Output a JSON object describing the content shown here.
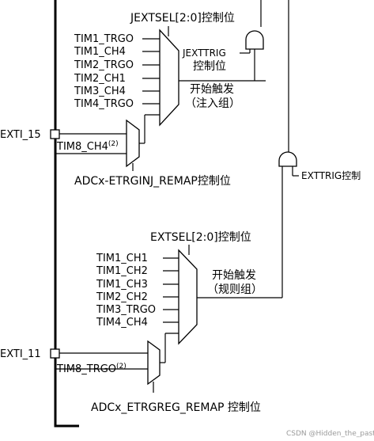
{
  "injected": {
    "select_label": "JEXTSEL[2:0]控制位",
    "inputs": [
      "TIM1_TRGO",
      "TIM1_CH4",
      "TIM2_TRGO",
      "TIM2_CH1",
      "TIM3_CH4",
      "TIM4_TRGO"
    ],
    "trig_line1": "JEXTTRIG",
    "trig_line2": "控制位",
    "start_line1": "开始触发",
    "start_line2": "（注入组）",
    "exti_label": "EXTI_15",
    "remap_input": "TIM8_CH4",
    "remap_note": "(2)",
    "remap_label": "ADCx-ETRGINJ_REMAP控制位"
  },
  "regular": {
    "trig_label": "EXTTRIG控制",
    "select_label": "EXTSEL[2:0]控制位",
    "inputs": [
      "TIM1_CH1",
      "TIM1_CH2",
      "TIM1_CH3",
      "TIM2_CH2",
      "TIM3_TRGO",
      "TIM4_CH4"
    ],
    "start_line1": "开始触发",
    "start_line2": "（规则组）",
    "exti_label": "EXTI_11",
    "remap_input": "TIM8_TRGO",
    "remap_note": "(2)",
    "remap_label": "ADCx_ETRGREG_REMAP 控制位"
  },
  "watermark": "CSDN @Hidden_the_past"
}
